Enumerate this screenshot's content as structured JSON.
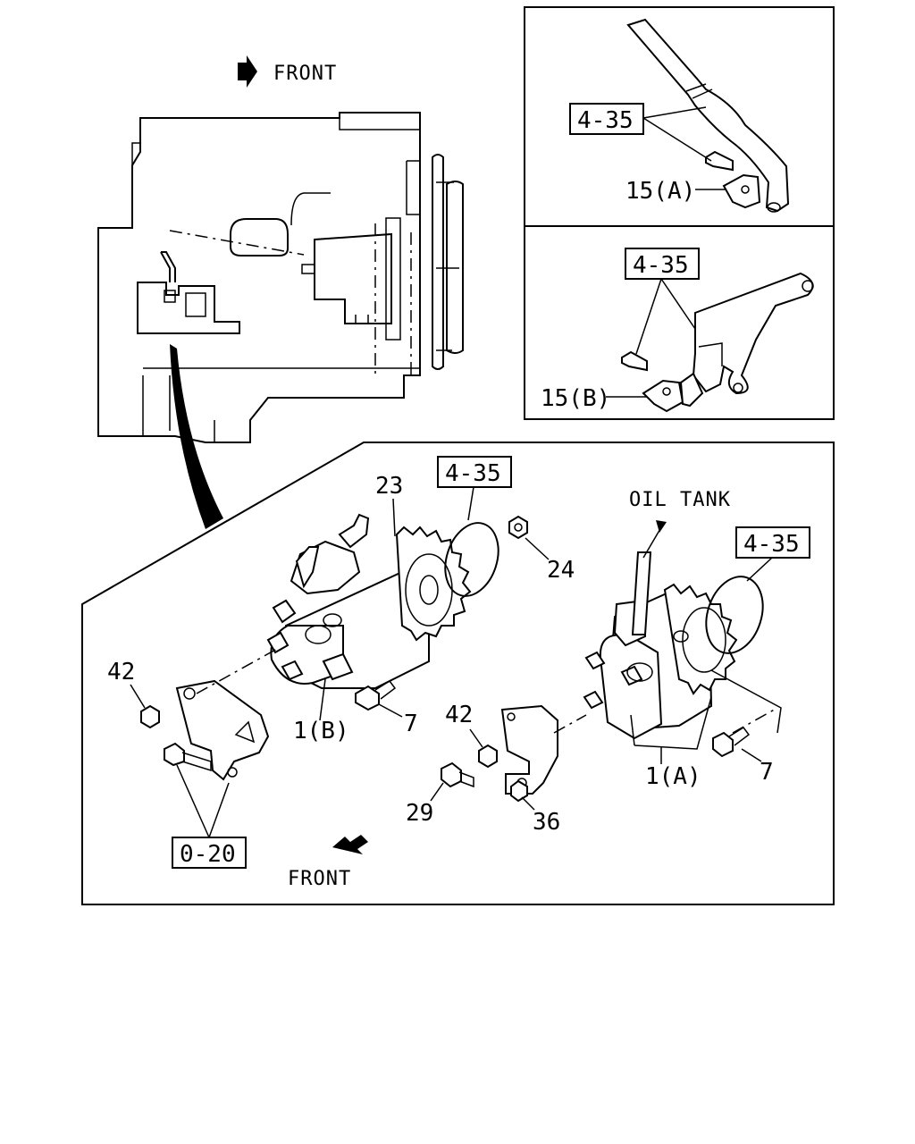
{
  "overview": {
    "front_label": "FRONT"
  },
  "inset_a": {
    "ref": "4-35",
    "part": "15(A)"
  },
  "inset_b": {
    "ref": "4-35",
    "part": "15(B)"
  },
  "main": {
    "ref_left": "4-35",
    "ref_right": "4-35",
    "ref_bottom": "0-20",
    "oil_tank": "OIL TANK",
    "front_label": "FRONT",
    "parts": {
      "p23": "23",
      "p24": "24",
      "p42_left": "42",
      "p42_mid": "42",
      "p1b": "1(B)",
      "p1a": "1(A)",
      "p7_left": "7",
      "p7_right": "7",
      "p29": "29",
      "p36": "36"
    }
  }
}
